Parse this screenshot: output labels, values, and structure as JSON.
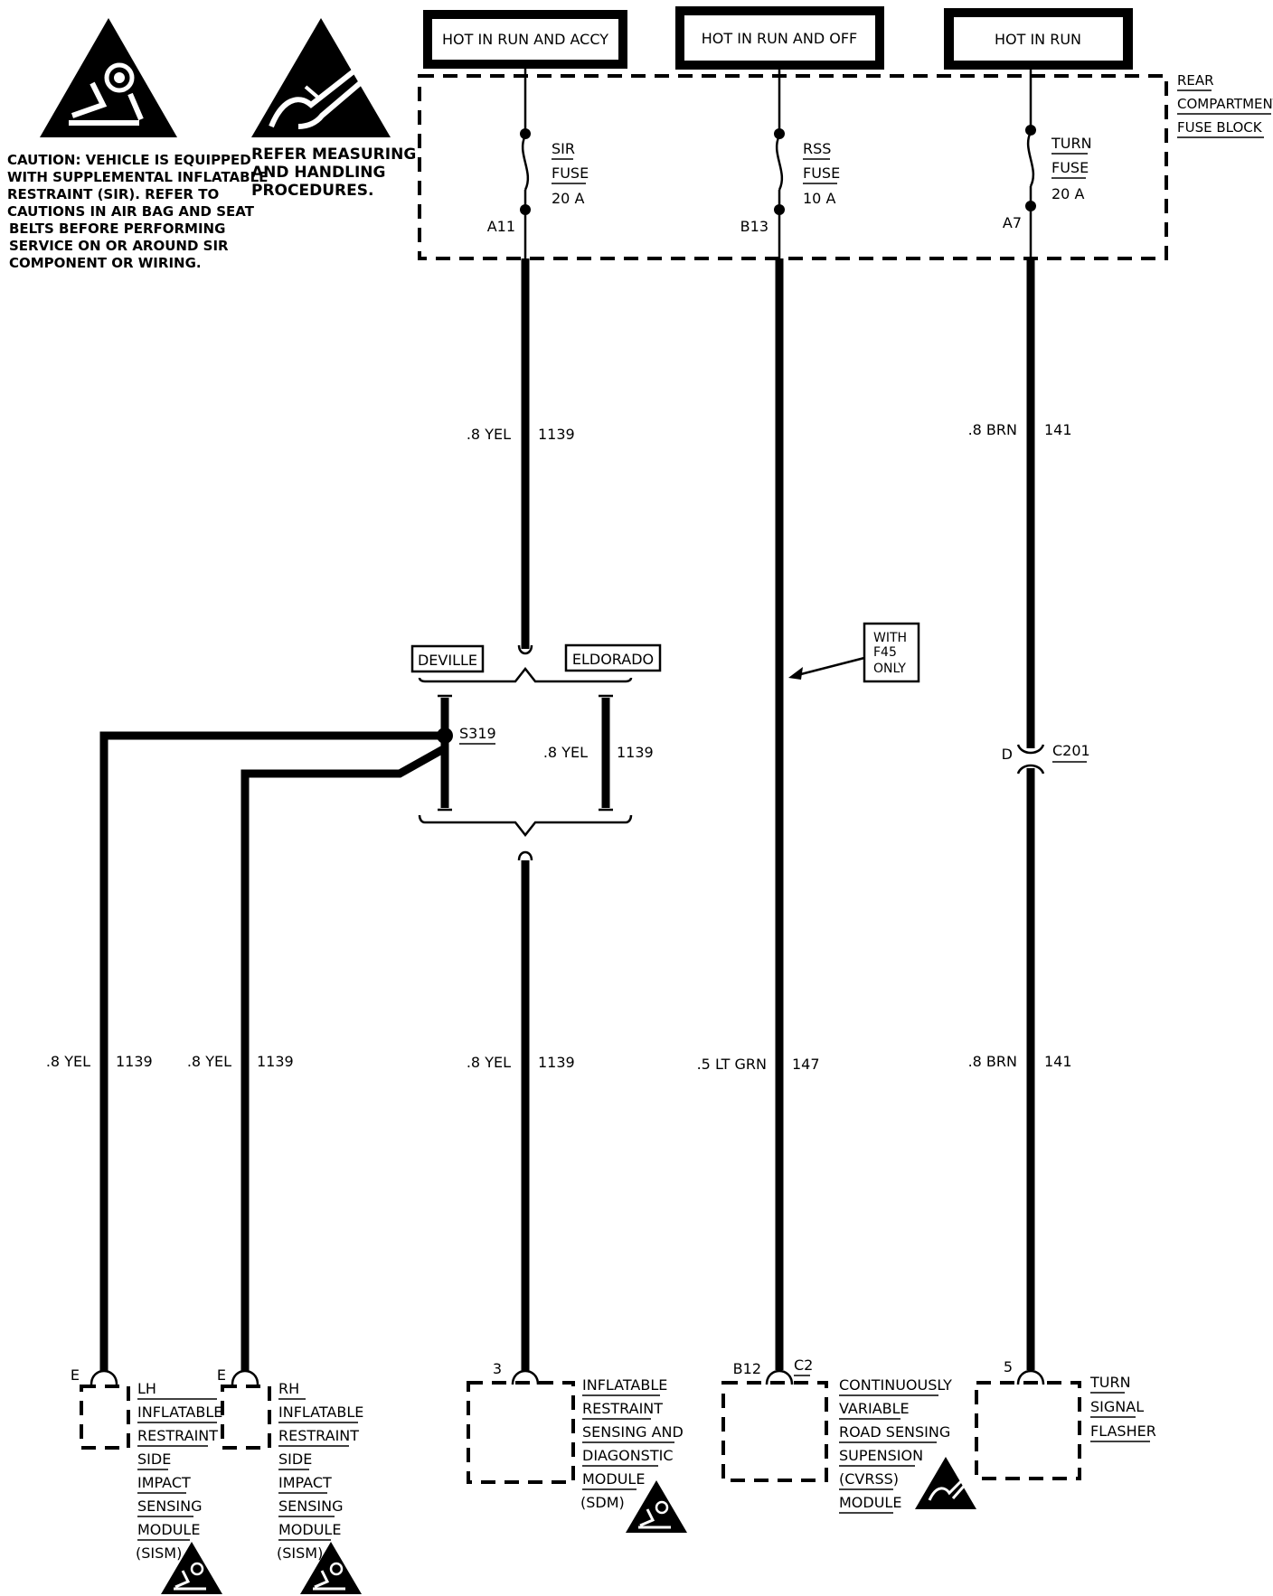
{
  "warnings": {
    "sir_caution_lines": [
      "CAUTION: VEHICLE IS EQUIPPED",
      "WITH SUPPLEMENTAL INFLATABLE",
      "RESTRAINT (SIR). REFER TO",
      "CAUTIONS IN AIR BAG AND SEAT",
      "BELTS BEFORE PERFORMING",
      "SERVICE ON OR AROUND SIR",
      "COMPONENT OR WIRING."
    ],
    "esd_lines": [
      "REFER MEASURING",
      "AND HANDLING",
      "PROCEDURES."
    ]
  },
  "power_sources": [
    "HOT IN RUN AND ACCY",
    "HOT IN RUN AND OFF",
    "HOT IN RUN"
  ],
  "fuse_block": {
    "label_lines": [
      "REAR",
      "COMPARTMENT",
      "FUSE BLOCK"
    ]
  },
  "fuses": [
    {
      "name": "SIR",
      "word": "FUSE",
      "rating": "20 A",
      "terminal": "A11"
    },
    {
      "name": "RSS",
      "word": "FUSE",
      "rating": "10 A",
      "terminal": "B13"
    },
    {
      "name": "TURN",
      "word": "FUSE",
      "rating": "20 A",
      "terminal": "A7"
    }
  ],
  "wires": {
    "sir_top": {
      "gauge": ".8 YEL",
      "circuit": "1139"
    },
    "brn_top": {
      "gauge": ".8 BRN",
      "circuit": "141"
    },
    "eldorado": {
      "gauge": ".8 YEL",
      "circuit": "1139"
    },
    "lh": {
      "gauge": ".8 YEL",
      "circuit": "1139"
    },
    "rh": {
      "gauge": ".8 YEL",
      "circuit": "1139"
    },
    "sdm": {
      "gauge": ".8 YEL",
      "circuit": "1139"
    },
    "rss": {
      "gauge": ".5 LT GRN",
      "circuit": "147"
    },
    "brn_bottom": {
      "gauge": ".8 BRN",
      "circuit": "141"
    }
  },
  "variants": {
    "deville": "DEVILLE",
    "eldorado": "ELDORADO"
  },
  "splice": "S319",
  "connector_c201": {
    "name": "C201",
    "pin": "D"
  },
  "option_note_lines": [
    "WITH",
    "F45",
    "ONLY"
  ],
  "components": {
    "lh": {
      "pin": "E",
      "lines": [
        "LH",
        "INFLATABLE",
        "RESTRAINT",
        "SIDE",
        "IMPACT",
        "SENSING",
        "MODULE",
        "(SISM)"
      ]
    },
    "rh": {
      "pin": "E",
      "lines": [
        "RH",
        "INFLATABLE",
        "RESTRAINT",
        "SIDE",
        "IMPACT",
        "SENSING",
        "MODULE",
        "(SISM)"
      ]
    },
    "sdm": {
      "pin": "3",
      "lines": [
        "INFLATABLE",
        "RESTRAINT",
        "SENSING AND",
        "DIAGONSTIC",
        "MODULE",
        "(SDM)"
      ]
    },
    "cvrss": {
      "pin": "B12",
      "connector": "C2",
      "lines": [
        "CONTINUOUSLY",
        "VARIABLE",
        "ROAD SENSING",
        "SUPENSION",
        "(CVRSS)",
        "MODULE"
      ]
    },
    "flasher": {
      "pin": "5",
      "lines": [
        "TURN",
        "SIGNAL",
        "FLASHER"
      ]
    }
  },
  "icons": [
    "airbag-caution-icon",
    "esd-caution-icon"
  ]
}
